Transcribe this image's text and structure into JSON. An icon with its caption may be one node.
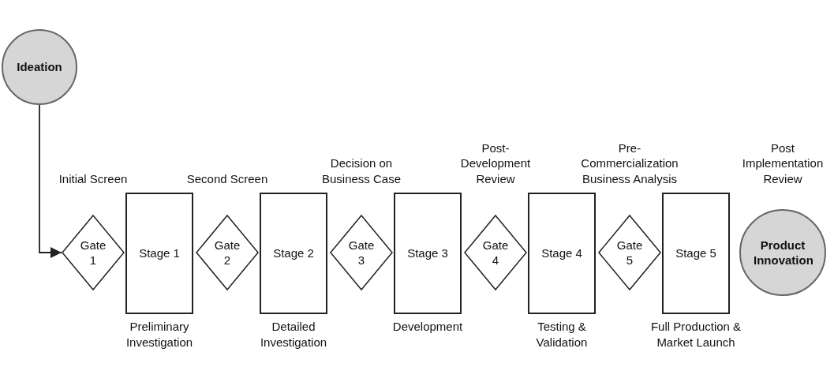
{
  "diagram": {
    "nodes": [
      {
        "text": [
          "Ideation"
        ]
      },
      {
        "text": [
          "Gate 1"
        ]
      },
      {
        "text": [
          "Stage 1"
        ],
        "beside": [
          "Preliminary Investigation"
        ]
      },
      {
        "text": [
          "Gate 2"
        ]
      },
      {
        "text": [
          "Stage 2"
        ],
        "beside": [
          "Detailed Investigation"
        ]
      },
      {
        "text": [
          "Gate 3"
        ]
      },
      {
        "text": [
          "Stage 3"
        ],
        "beside": [
          "Development"
        ]
      },
      {
        "text": [
          "Gate 4"
        ]
      },
      {
        "text": [
          "Stage 4"
        ],
        "beside": [
          "Testing & Validation"
        ]
      },
      {
        "text": [
          "Gate 5"
        ]
      },
      {
        "text": [
          "Stage 5"
        ],
        "beside": [
          "Full Production & Market Launch"
        ]
      },
      {
        "text": [
          "Product Innovation"
        ],
        "beside": [
          "Post Implementation Review"
        ]
      }
    ],
    "edges": [
      {
        "from": 0,
        "to": 1,
        "arrow": "to"
      }
    ],
    "labels": [
      "Initial Screen",
      "Second Screen",
      "Decision on Business Case",
      "Post-Development Review",
      "Pre-Commercialization Business Analysis"
    ]
  }
}
